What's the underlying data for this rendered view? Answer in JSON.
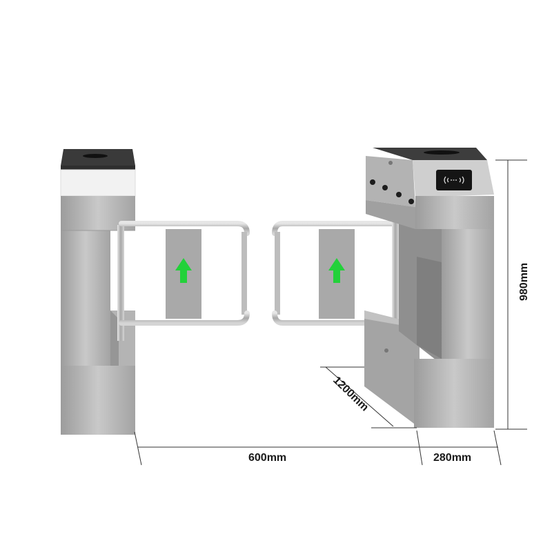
{
  "dimensions": {
    "width_label": "600mm",
    "depth_side_label": "280mm",
    "height_label": "980mm",
    "length_label": "1200mm"
  },
  "colors": {
    "steel_light": "#c6c6c6",
    "steel_mid": "#adadad",
    "steel_dark": "#8a8a8a",
    "top_cap": "#3c3c3c",
    "white_band": "#f4f4f4",
    "arrow_green": "#22d33a",
    "reader_panel": "#151515"
  },
  "icons": {
    "left_arrow": "up-arrow-icon",
    "right_arrow": "up-arrow-icon",
    "card_reader": "nfc-wave-icon"
  }
}
